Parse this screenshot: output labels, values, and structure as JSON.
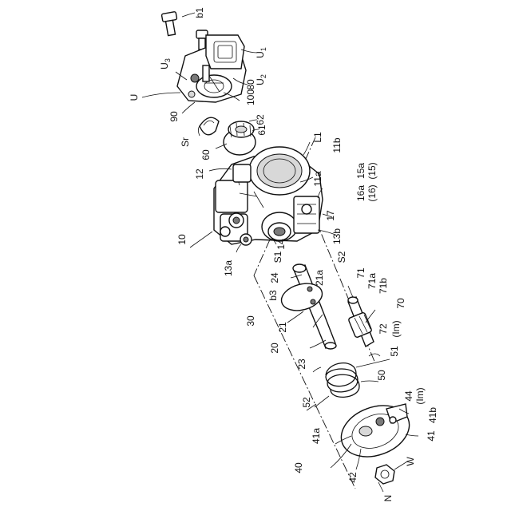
{
  "figure": {
    "labels": {
      "b1": "b1",
      "U1": "U",
      "U1_sub": "1",
      "U3": "U",
      "U3_sub": "3",
      "U2": "U",
      "U2_sub": "2",
      "l80": "80",
      "U": "U",
      "l100": "100",
      "l90": "90",
      "l62": "62",
      "l61": "61",
      "L1": "L1",
      "l11b": "11b",
      "Sr": "Sr",
      "l60": "60",
      "l15a": "15a",
      "l15": "(15)",
      "l12": "12",
      "l11a": "11a",
      "l16a": "16a",
      "l16": "(16)",
      "l17": "17",
      "l13b": "13b",
      "l10": "10",
      "l14": "14",
      "l13a": "13a",
      "S1": "S1",
      "S2": "S2",
      "l24": "24",
      "l21a": "21a",
      "l71": "71",
      "l71a": "71a",
      "l71b": "71b",
      "b3": "b3",
      "l70": "70",
      "l30": "30",
      "l21": "21",
      "l72": "72",
      "lIm1": "(Im)",
      "l20": "20",
      "l51": "51",
      "l23": "23",
      "l50": "50",
      "l44": "44",
      "lIm2": "(Im)",
      "l52": "52",
      "l41b": "41b",
      "l41a": "41a",
      "l41": "41",
      "l40": "40",
      "l42": "42",
      "W": "W",
      "N": "N"
    }
  }
}
